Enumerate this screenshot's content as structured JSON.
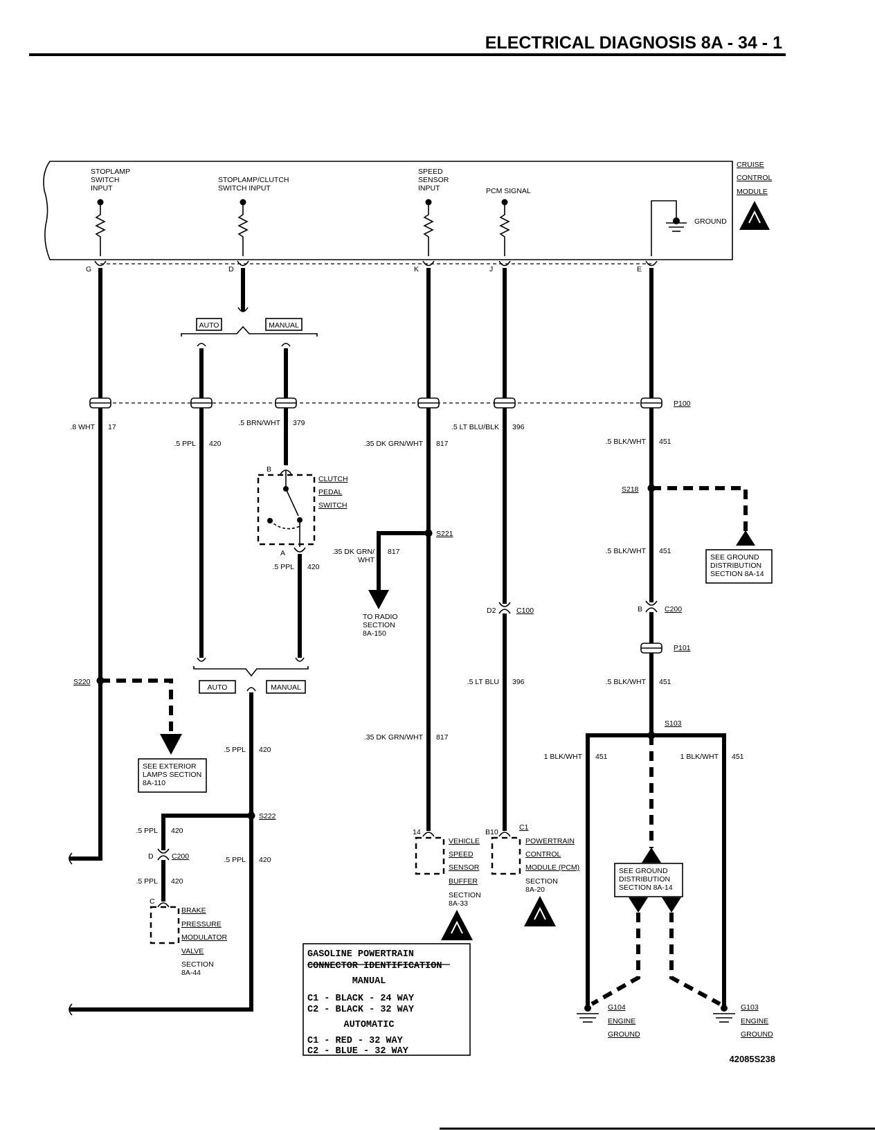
{
  "header": {
    "title": "ELECTRICAL DIAGNOSIS 8A - 34 - 1"
  },
  "module": {
    "name": [
      "CRUISE",
      "CONTROL",
      "MODULE"
    ],
    "ground_label": "GROUND",
    "inputs": {
      "stoplamp": [
        "STOPLAMP",
        "SWITCH",
        "INPUT"
      ],
      "clutch": [
        "STOPLAMP/CLUTCH",
        "SWITCH INPUT"
      ],
      "speed": [
        "SPEED",
        "SENSOR",
        "INPUT"
      ],
      "pcm": [
        "PCM SIGNAL"
      ]
    },
    "pins": [
      "G",
      "D",
      "K",
      "J",
      "E"
    ]
  },
  "options": {
    "auto": "AUTO",
    "manual": "MANUAL"
  },
  "connectors": {
    "p100": "P100",
    "p101": "P101",
    "c100": "C100",
    "c200_right": "C200",
    "c200_left": "C200",
    "d2": "D2",
    "b_c200": "B",
    "d_c200": "D"
  },
  "wires": {
    "w17": {
      "size": ".8 WHT",
      "circuit": "17"
    },
    "w420_auto": {
      "size": ".5 PPL",
      "circuit": "420"
    },
    "w379": {
      "size": ".5 BRN/WHT",
      "circuit": "379"
    },
    "w817_top": {
      "size": ".35 DK GRN/WHT",
      "circuit": "817"
    },
    "w396_top": {
      "size": ".5 LT BLU/BLK",
      "circuit": "396"
    },
    "w451_top": {
      "size": ".5 BLK/WHT",
      "circuit": "451"
    },
    "w451_mid": {
      "size": ".5 BLK/WHT",
      "circuit": "451"
    },
    "w420_after_switch": {
      "size": ".5 PPL",
      "circuit": "420"
    },
    "w817_radio": {
      "size": [
        ".35 DK GRN/",
        "WHT"
      ],
      "circuit": "817"
    },
    "w396_bottom": {
      "size": ".5 LT BLU",
      "circuit": "396"
    },
    "w451_low": {
      "size": ".5 BLK/WHT",
      "circuit": "451"
    },
    "w420_mid": {
      "size": ".5 PPL",
      "circuit": "420"
    },
    "w817_bottom": {
      "size": ".35 DK GRN/WHT",
      "circuit": "817"
    },
    "w451_left": {
      "size": "1 BLK/WHT",
      "circuit": "451"
    },
    "w451_right": {
      "size": "1 BLK/WHT",
      "circuit": "451"
    },
    "w420_brake1": {
      "size": ".5 PPL",
      "circuit": "420"
    },
    "w420_brake2": {
      "size": ".5 PPL",
      "circuit": "420"
    },
    "w420_lower": {
      "size": ".5 PPL",
      "circuit": "420"
    }
  },
  "splices": {
    "s218": "S218",
    "s221": "S221",
    "s220": "S220",
    "s222": "S222",
    "s103": "S103"
  },
  "components": {
    "clutch_switch": {
      "name": [
        "CLUTCH",
        "PEDAL",
        "SWITCH"
      ],
      "pin_b": "B",
      "pin_a": "A"
    },
    "vss_buffer": {
      "pin": "14",
      "name": [
        "VEHICLE",
        "SPEED",
        "SENSOR",
        "BUFFER"
      ],
      "section": [
        "SECTION",
        "8A-33"
      ]
    },
    "pcm": {
      "pin": "B10",
      "connector": "C1",
      "name": [
        "POWERTRAIN",
        "CONTROL",
        "MODULE (PCM)"
      ],
      "section": [
        "SECTION",
        "8A-20"
      ]
    },
    "brake_valve": {
      "pin": "C",
      "name": [
        "BRAKE",
        "PRESSURE",
        "MODULATOR",
        "VALVE"
      ],
      "section": [
        "SECTION",
        "8A-44"
      ]
    }
  },
  "references": {
    "radio": [
      "TO RADIO",
      "SECTION",
      "8A-150"
    ],
    "ground_dist_top": [
      "SEE GROUND",
      "DISTRIBUTION",
      "SECTION 8A-14"
    ],
    "exterior_lamps": [
      "SEE EXTERIOR",
      "LAMPS SECTION",
      "8A-110"
    ],
    "ground_dist_bottom": [
      "SEE GROUND",
      "DISTRIBUTION",
      "SECTION 8A-14"
    ]
  },
  "grounds": {
    "g104": [
      "G104",
      "ENGINE",
      "GROUND"
    ],
    "g103": [
      "G103",
      "ENGINE",
      "GROUND"
    ]
  },
  "connector_table": {
    "title": [
      "GASOLINE POWERTRAIN",
      "CONNECTOR IDENTIFICATION"
    ],
    "manual_heading": "MANUAL",
    "manual_rows": [
      "C1 - BLACK  - 24 WAY",
      "C2 - BLACK  - 32 WAY"
    ],
    "auto_heading": "AUTOMATIC",
    "auto_rows": [
      "C1 - RED    - 32 WAY",
      "C2 - BLUE   - 32 WAY"
    ]
  },
  "figure_id": "42085S238"
}
